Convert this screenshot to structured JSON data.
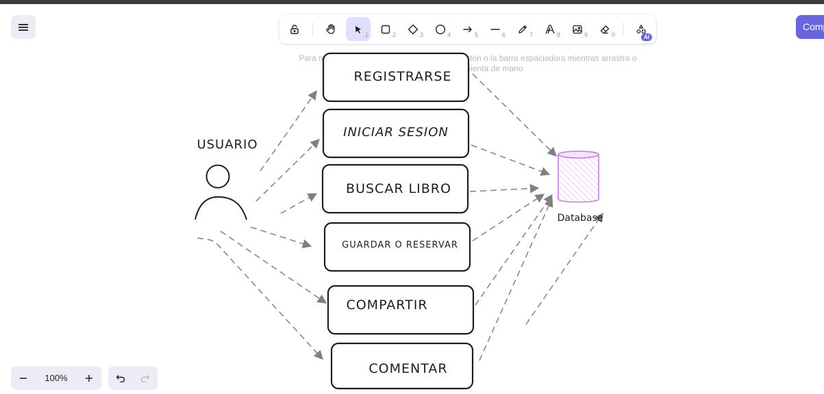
{
  "app": {
    "share_label": "Compartir"
  },
  "toolbar": {
    "tools": [
      {
        "name": "lock",
        "key": ""
      },
      {
        "name": "hand",
        "key": ""
      },
      {
        "name": "selection",
        "key": "1"
      },
      {
        "name": "rectangle",
        "key": "2"
      },
      {
        "name": "diamond",
        "key": "3"
      },
      {
        "name": "ellipse",
        "key": "4"
      },
      {
        "name": "arrow",
        "key": "5"
      },
      {
        "name": "line",
        "key": "6"
      },
      {
        "name": "draw",
        "key": "7"
      },
      {
        "name": "text",
        "key": "8"
      },
      {
        "name": "image",
        "key": "9"
      },
      {
        "name": "eraser",
        "key": "0"
      },
      {
        "name": "extra-tools",
        "key": ""
      }
    ],
    "active_tool": "selection",
    "ai_badge": "AI"
  },
  "hint": "Para mover el lienzo, mantenga la rueda del ratón o la barra espaciadora mientras arrastra o utilice la herramienta de mano",
  "diagram": {
    "actor_label": "USUARIO",
    "use_cases": [
      {
        "label": "REGISTRARSE"
      },
      {
        "label": "INICIAR SESION"
      },
      {
        "label": "BUSCAR LIBRO"
      },
      {
        "label": "GUARDAR O RESERVAR"
      },
      {
        "label": "COMPARTIR"
      },
      {
        "label": "COMENTAR"
      }
    ],
    "database_label": "Database",
    "database_color": "#be4bdb",
    "stroke_color": "#1e1e1e",
    "arrow_color": "#808080"
  },
  "footer": {
    "zoom_level": "100%"
  },
  "colors": {
    "accent": "#6965db",
    "island_bg": "#ececf4",
    "active_tool_bg": "#e0dfff"
  }
}
